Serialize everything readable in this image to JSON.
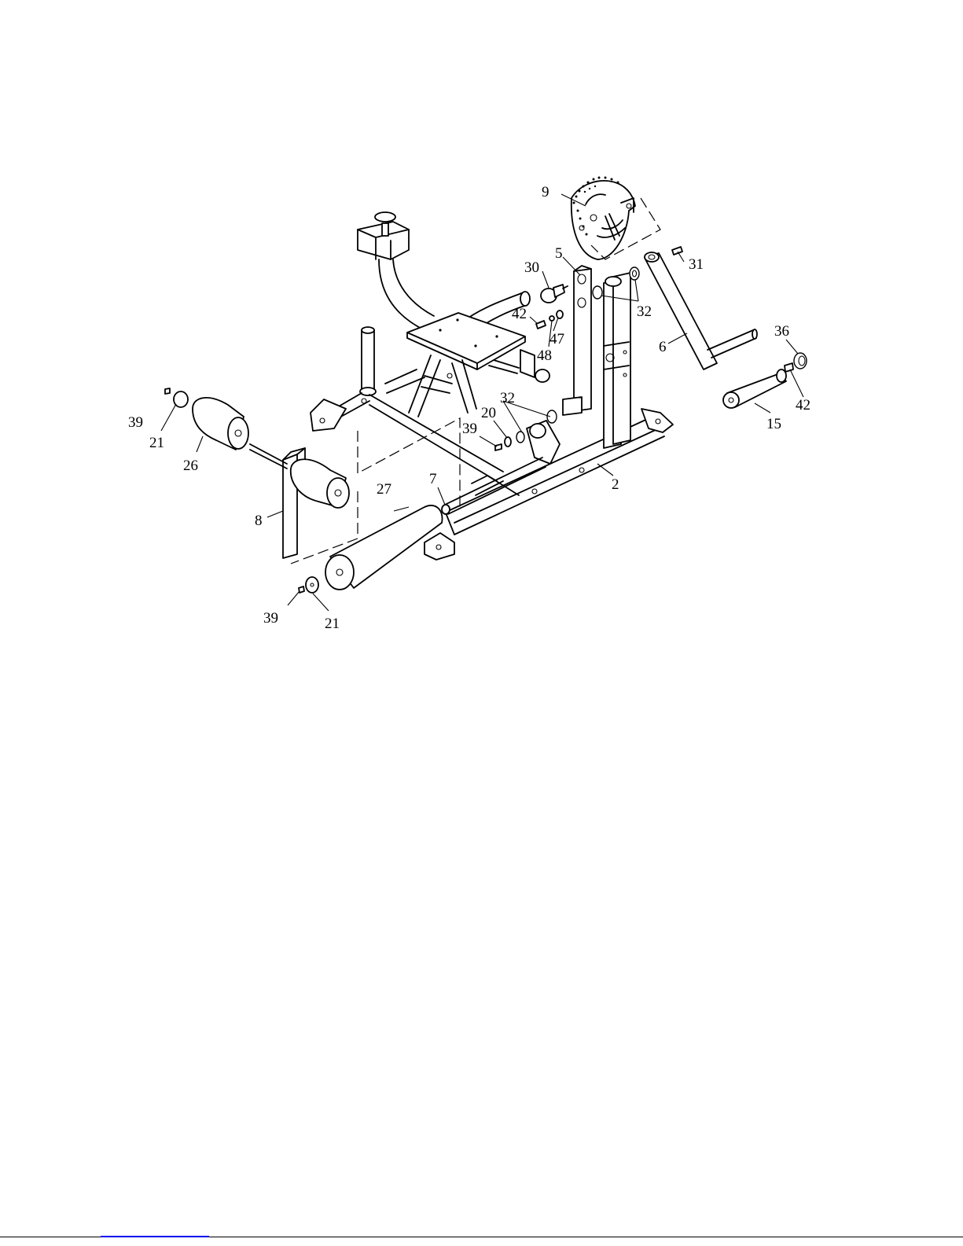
{
  "diagram": {
    "callouts": [
      {
        "id": "p9",
        "text": "9"
      },
      {
        "id": "p5",
        "text": "5"
      },
      {
        "id": "p30",
        "text": "30"
      },
      {
        "id": "p31",
        "text": "31"
      },
      {
        "id": "p32a",
        "text": "32"
      },
      {
        "id": "p42a",
        "text": "42"
      },
      {
        "id": "p47",
        "text": "47"
      },
      {
        "id": "p48",
        "text": "48"
      },
      {
        "id": "p6",
        "text": "6"
      },
      {
        "id": "p36",
        "text": "36"
      },
      {
        "id": "p42b",
        "text": "42"
      },
      {
        "id": "p15",
        "text": "15"
      },
      {
        "id": "p32b",
        "text": "32"
      },
      {
        "id": "p20",
        "text": "20"
      },
      {
        "id": "p39a",
        "text": "39"
      },
      {
        "id": "p2",
        "text": "2"
      },
      {
        "id": "p7",
        "text": "7"
      },
      {
        "id": "p27",
        "text": "27"
      },
      {
        "id": "p39b",
        "text": "39"
      },
      {
        "id": "p21a",
        "text": "21"
      },
      {
        "id": "p26",
        "text": "26"
      },
      {
        "id": "p8",
        "text": "8"
      },
      {
        "id": "p39c",
        "text": "39"
      },
      {
        "id": "p21b",
        "text": "21"
      }
    ]
  },
  "colors": {
    "line": "#000000",
    "background": "#ffffff",
    "footer_link": "#0000ee"
  }
}
